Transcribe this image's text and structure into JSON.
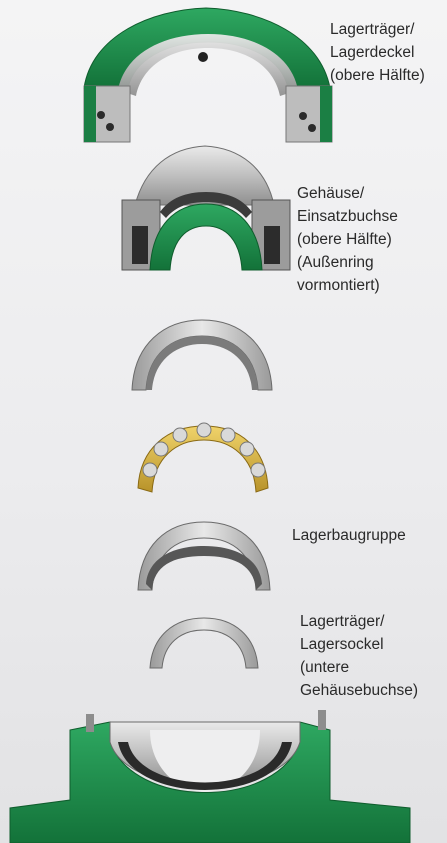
{
  "labels": {
    "upper_carrier": [
      "Lagerträger/",
      "Lagerdeckel",
      "(obere Hälfte)"
    ],
    "housing_upper": [
      "Gehäuse/",
      "Einsatzbuchse",
      "(obere Hälfte)",
      "(Außenring",
      "vormontiert)"
    ],
    "bearing_assembly": [
      "Lagerbaugruppe"
    ],
    "lower_carrier": [
      "Lagerträger/",
      "Lagersockel",
      "(untere",
      "Gehäusebuchse)"
    ]
  },
  "colors": {
    "housing_green": "#1f8a4c",
    "steel": "#c9c9c9",
    "cage_yellow": "#d8b53c",
    "background": "#eeeeef"
  }
}
